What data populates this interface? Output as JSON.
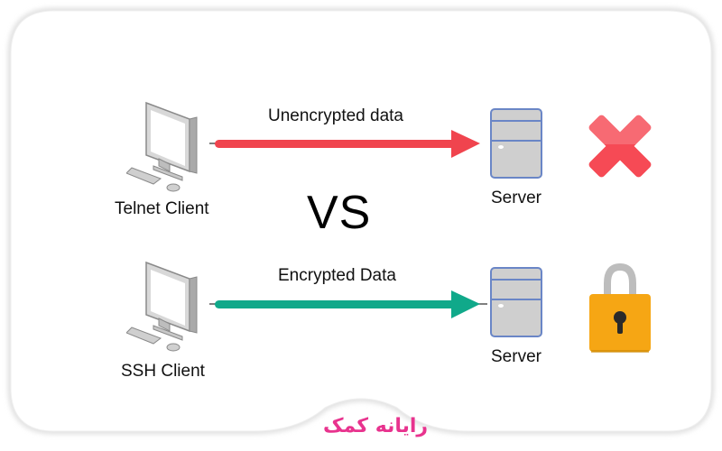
{
  "diagram": {
    "title": "Telnet vs SSH",
    "vs_label": "VS",
    "rows": [
      {
        "client_label": "Telnet Client",
        "arrow_label": "Unencrypted data",
        "server_label": "Server",
        "arrow_color": "#f0444e",
        "status_icon": "cross-icon",
        "status_meaning": "insecure"
      },
      {
        "client_label": "SSH Client",
        "arrow_label": "Encrypted Data",
        "server_label": "Server",
        "arrow_color": "#10a98a",
        "status_icon": "padlock-icon",
        "status_meaning": "secure"
      }
    ]
  },
  "branding": {
    "logo_text": "رایانه کمک",
    "logo_color": "#e8338e"
  },
  "colors": {
    "cross": "#f64a55",
    "lock_body": "#f6a614",
    "server_fill": "#cfcfcf",
    "server_stroke": "#6a86c6"
  }
}
